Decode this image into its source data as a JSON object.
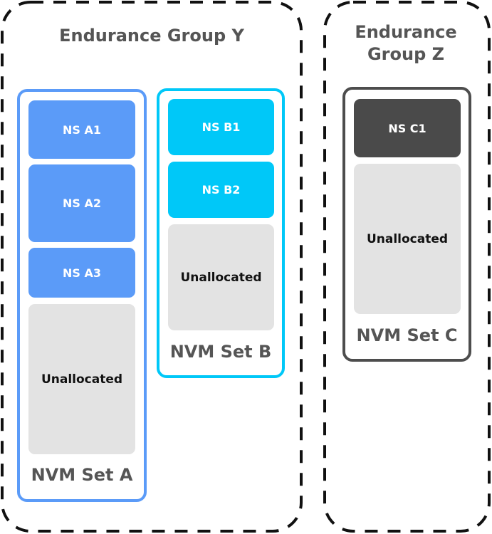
{
  "colors": {
    "group_border": "#111111",
    "set_a": "#5b9bf8",
    "set_b": "#00c8f8",
    "set_c": "#4d4d4d",
    "ns_c": "#4a4a4a",
    "unallocated": "#e3e3e3",
    "label_text": "#555555"
  },
  "groups": {
    "y": {
      "title": "Endurance Group Y"
    },
    "z": {
      "title_line1": "Endurance",
      "title_line2": "Group Z"
    }
  },
  "sets": {
    "a": {
      "label": "NVM Set A",
      "namespaces": [
        "NS A1",
        "NS A2",
        "NS A3"
      ],
      "unallocated": "Unallocated"
    },
    "b": {
      "label": "NVM Set B",
      "namespaces": [
        "NS B1",
        "NS B2"
      ],
      "unallocated": "Unallocated"
    },
    "c": {
      "label": "NVM Set C",
      "namespaces": [
        "NS C1"
      ],
      "unallocated": "Unallocated"
    }
  }
}
